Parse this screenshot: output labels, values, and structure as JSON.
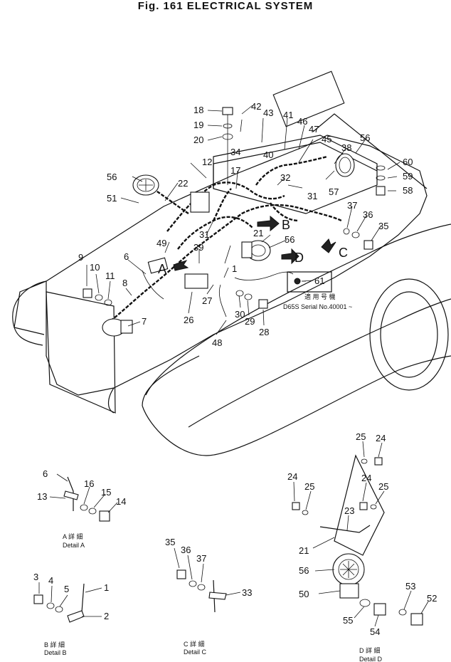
{
  "title": "Fig. 161   ELECTRICAL SYSTEM",
  "callouts": [
    "1",
    "2",
    "3",
    "4",
    "5",
    "6",
    "7",
    "8",
    "9",
    "10",
    "11",
    "12",
    "13",
    "14",
    "15",
    "16",
    "17",
    "18",
    "19",
    "20",
    "21",
    "22",
    "23",
    "24",
    "25",
    "26",
    "27",
    "28",
    "29",
    "30",
    "31",
    "32",
    "33",
    "34",
    "35",
    "36",
    "37",
    "38",
    "39",
    "40",
    "41",
    "42",
    "43",
    "45",
    "46",
    "47",
    "48",
    "49",
    "50",
    "51",
    "52",
    "53",
    "54",
    "55",
    "56",
    "57",
    "58",
    "59",
    "60",
    "61"
  ],
  "view_arrows": {
    "a": "A",
    "b": "B",
    "c": "C",
    "d": "D"
  },
  "serial_note": {
    "jp": "適 用 号 機",
    "text": "D65S Serial No.40001 ~"
  },
  "details": {
    "a": {
      "jp": "A 詳 細",
      "en": "Detail A"
    },
    "b": {
      "jp": "B 詳 細",
      "en": "Detail B"
    },
    "c": {
      "jp": "C 詳 細",
      "en": "Detail C"
    },
    "d": {
      "jp": "D 詳 細",
      "en": "Detail D"
    }
  }
}
